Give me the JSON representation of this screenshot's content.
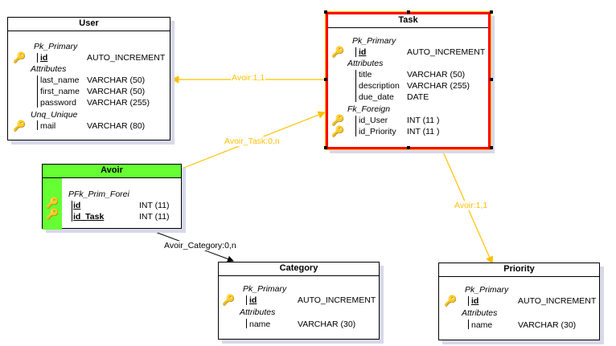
{
  "colors": {
    "link_yellow": "#ffc000",
    "link_black": "#000000",
    "selected_border": "#ff0000",
    "assoc_header": "#66ff33",
    "shadow": "#d8d8ea"
  },
  "entities": {
    "user": {
      "title": "User",
      "pk_section": "Pk_Primary",
      "pk_field": "id",
      "pk_type": "AUTO_INCREMENT",
      "attr_section": "Attributes",
      "attrs": [
        {
          "name": "last_name",
          "type": "VARCHAR (50)"
        },
        {
          "name": "first_name",
          "type": "VARCHAR (50)"
        },
        {
          "name": "password",
          "type": "VARCHAR (255)"
        }
      ],
      "uq_section": "Unq_Unique",
      "uq_field": "mail",
      "uq_type": "VARCHAR (80)"
    },
    "task": {
      "title": "Task",
      "pk_section": "Pk_Primary",
      "pk_field": "id",
      "pk_type": "AUTO_INCREMENT",
      "attr_section": "Attributes",
      "attrs": [
        {
          "name": "title",
          "type": "VARCHAR (50)"
        },
        {
          "name": "description",
          "type": "VARCHAR (255)"
        },
        {
          "name": "due_date",
          "type": "DATE"
        }
      ],
      "fk_section": "Fk_Foreign",
      "fks": [
        {
          "name": "id_User",
          "type": "INT (11 )"
        },
        {
          "name": "id_Priority",
          "type": "INT (11 )"
        }
      ]
    },
    "avoir": {
      "title": "Avoir",
      "pfk_section": "PFk_Prim_Forei",
      "keys": [
        {
          "name": "id",
          "type": "INT (11)"
        },
        {
          "name": "id_Task",
          "type": "INT (11)"
        }
      ]
    },
    "category": {
      "title": "Category",
      "pk_section": "Pk_Primary",
      "pk_field": "id",
      "pk_type": "AUTO_INCREMENT",
      "attr_section": "Attributes",
      "attr_name": "name",
      "attr_type": "VARCHAR (30)"
    },
    "priority": {
      "title": "Priority",
      "pk_section": "Pk_Primary",
      "pk_field": "id",
      "pk_type": "AUTO_INCREMENT",
      "attr_section": "Attributes",
      "attr_name": "name",
      "attr_type": "VARCHAR (30)"
    }
  },
  "links": {
    "avoir_1_1": "Avoir:1,1",
    "avoir_task": "Avoir_Task:0,n",
    "avoir_category": "Avoir_Category:0,n",
    "avoir_priority": "Avoir:1,1"
  },
  "icons": {
    "primary_key": "key-icon",
    "foreign_key": "foreign-key-icon"
  }
}
